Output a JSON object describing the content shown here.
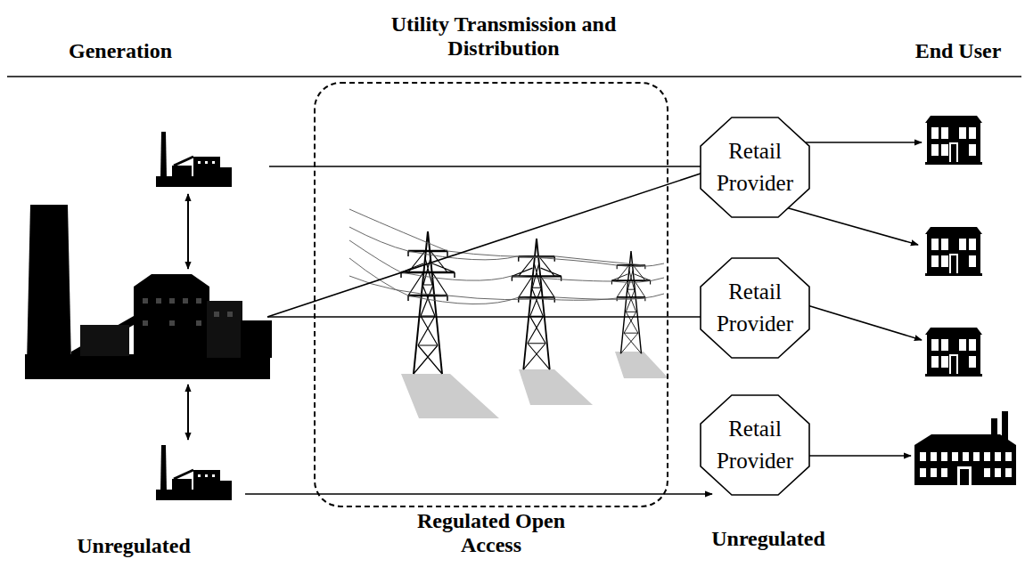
{
  "diagram": {
    "nodes": [
      {
        "text": [
          "Regulated Open Access"
        ]
      },
      {
        "text": [
          "Retail Provider"
        ]
      },
      {
        "text": [
          "Retail Provider"
        ]
      },
      {
        "text": [
          "Retail Provider"
        ]
      }
    ],
    "labels": [
      "Generation",
      "Utility Transmission and Distribution",
      "End User",
      "Unregulated",
      "Unregulated"
    ]
  }
}
